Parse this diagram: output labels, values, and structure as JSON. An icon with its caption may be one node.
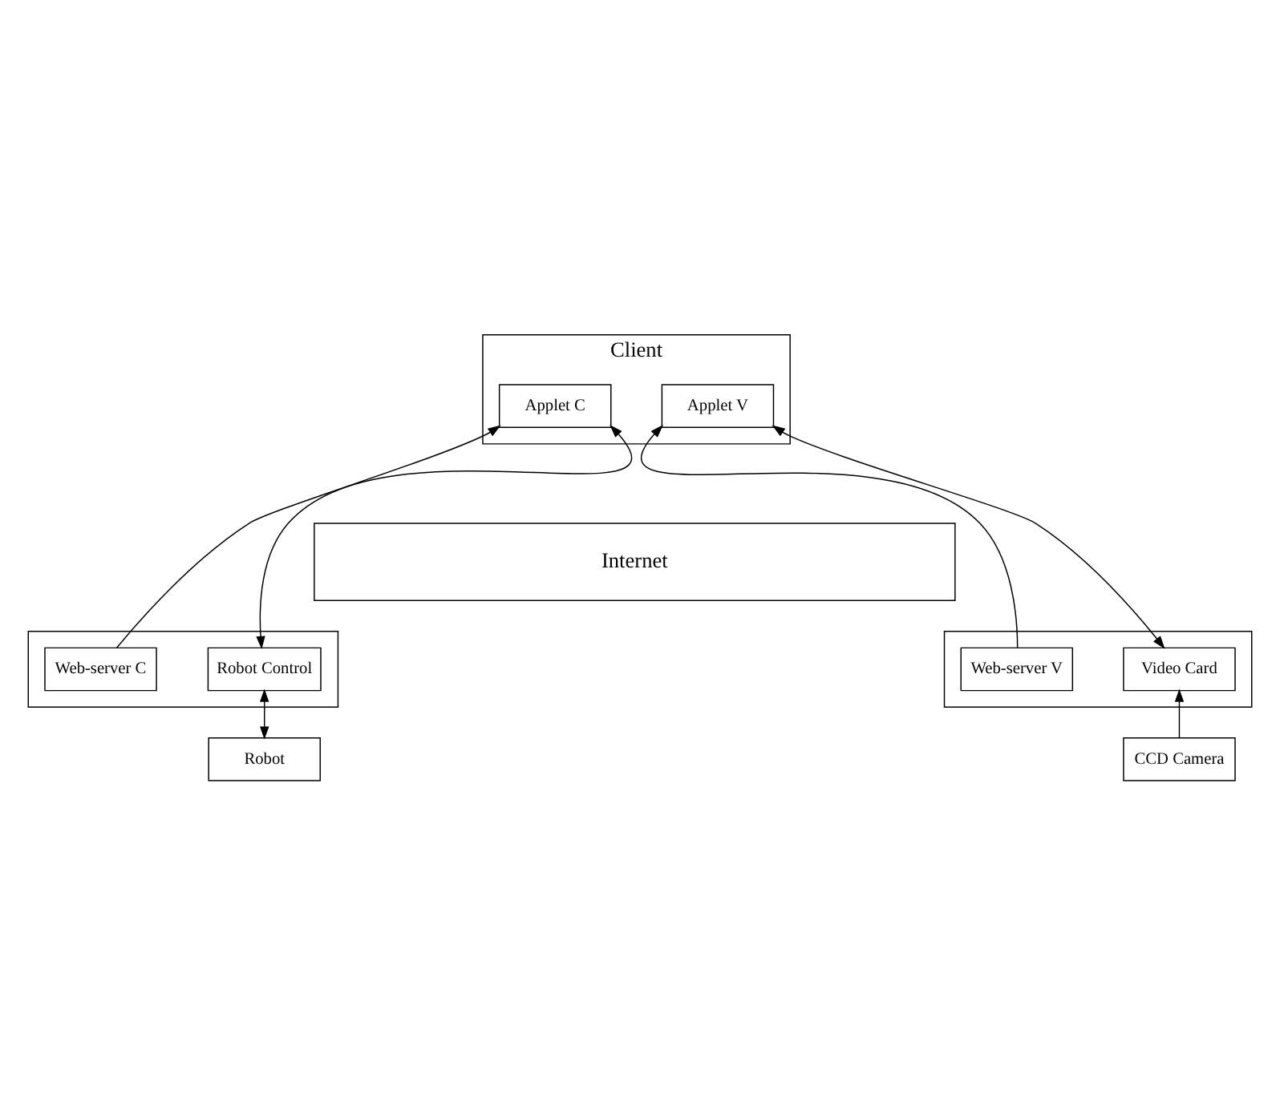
{
  "diagram": {
    "nodes": [
      {
        "text": [
          "Client"
        ]
      },
      {
        "text": [
          "Applet V"
        ],
        "in": 0
      },
      {
        "text": [
          "Applet C"
        ],
        "in": 0
      },
      {
        "text": [
          "Internet"
        ]
      },
      {
        "text": [],
        "shape": "box"
      },
      {
        "text": [
          "Web-server V"
        ],
        "in": 4
      },
      {
        "text": [
          "Video Card"
        ],
        "in": 4
      },
      {
        "text": [],
        "shape": "box"
      },
      {
        "text": [
          "Web-server C"
        ],
        "in": 7
      },
      {
        "text": [
          "Robot Control"
        ],
        "in": 7
      },
      {
        "text": [
          "CCD Camera"
        ]
      },
      {
        "text": [
          "Robot"
        ]
      }
    ],
    "edges": [
      {
        "from": 5,
        "to": 1,
        "arrow": "to"
      },
      {
        "from": 6,
        "to": 1,
        "arrow": "both"
      },
      {
        "from": 8,
        "to": 2,
        "arrow": "to"
      },
      {
        "from": 9,
        "to": 2,
        "arrow": "both"
      },
      {
        "from": 10,
        "to": 6,
        "arrow": "to"
      },
      {
        "from": 11,
        "to": 9,
        "arrow": "both"
      }
    ]
  }
}
